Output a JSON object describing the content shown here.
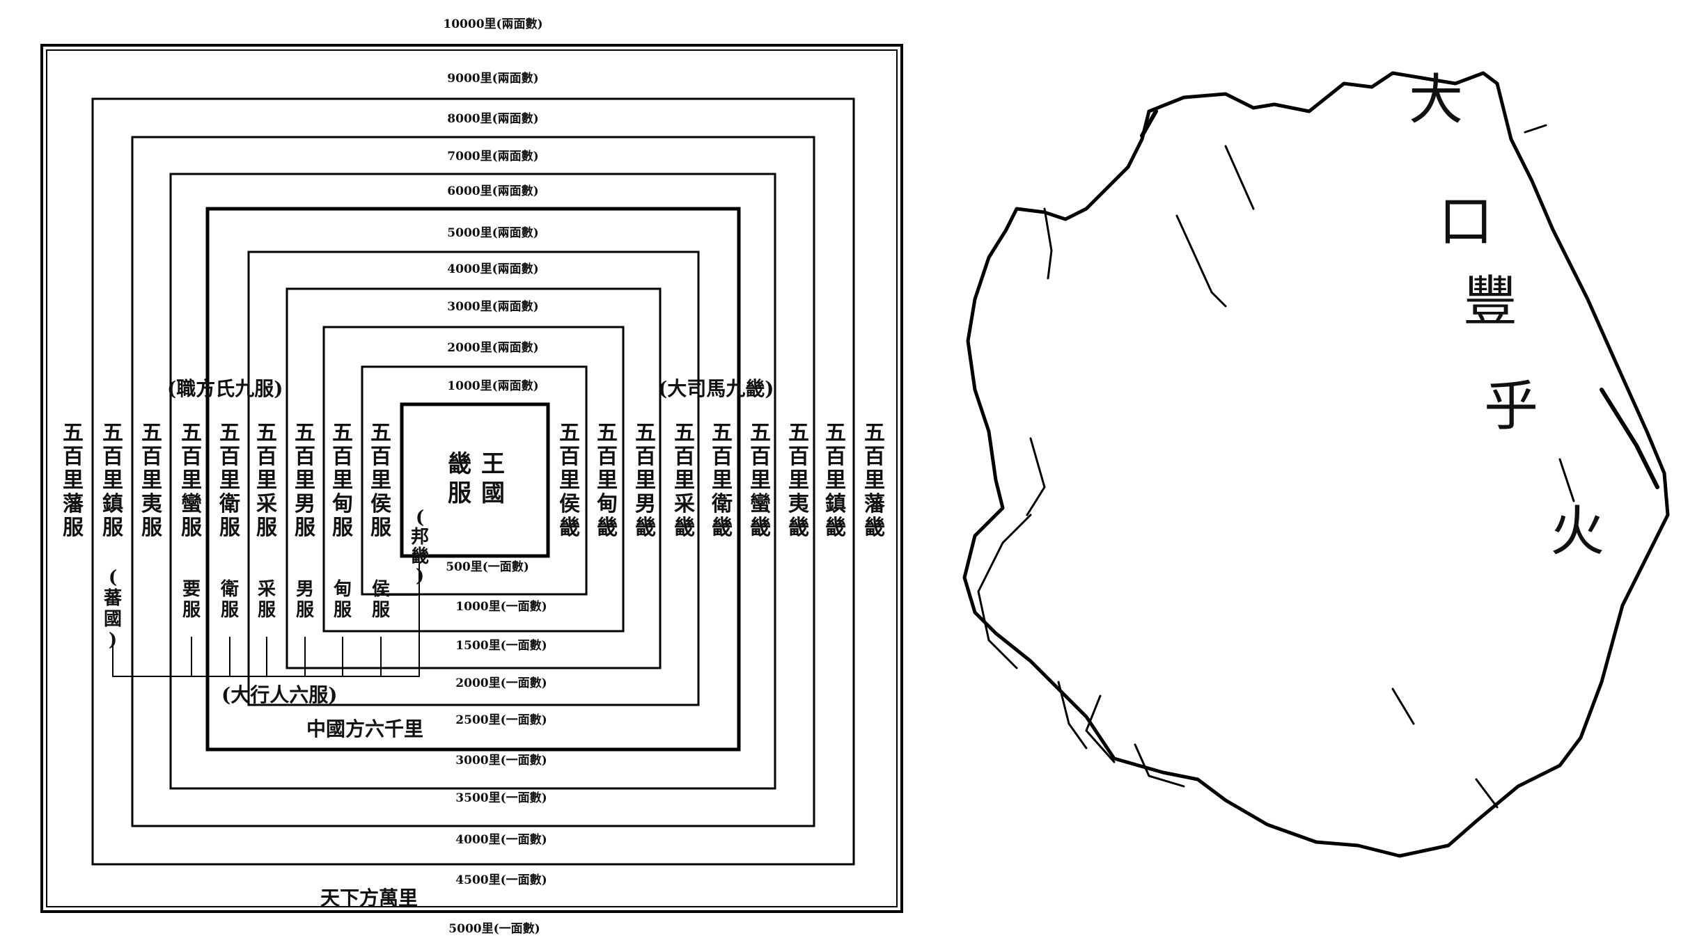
{
  "diagram": {
    "top_distances": [
      "10000里(兩面數)",
      "9000里(兩面數)",
      "8000里(兩面數)",
      "7000里(兩面數)",
      "6000里(兩面數)",
      "5000里(兩面數)",
      "4000里(兩面數)",
      "3000里(兩面數)",
      "2000里(兩面數)",
      "1000里(兩面數)"
    ],
    "bottom_distances": [
      "500里(一面數)",
      "1000里(一面數)",
      "1500里(一面數)",
      "2000里(一面數)",
      "2500里(一面數)",
      "3000里(一面數)",
      "3500里(一面數)",
      "4000里(一面數)",
      "4500里(一面數)",
      "5000里(一面數)"
    ],
    "left_columns": [
      "五百里藩服",
      "五百里鎮服",
      "五百里夷服",
      "五百里蠻服",
      "五百里衛服",
      "五百里采服",
      "五百里男服",
      "五百里甸服",
      "五百里侯服"
    ],
    "right_columns": [
      "五百里侯畿",
      "五百里甸畿",
      "五百里男畿",
      "五百里采畿",
      "五百里衛畿",
      "五百里蠻畿",
      "五百里夷畿",
      "五百里鎮畿",
      "五百里藩畿"
    ],
    "center": {
      "col1": "王國",
      "col2": "畿服"
    },
    "bangji": "(邦畿)",
    "six_services": [
      "(蕃國)",
      "要服",
      "衛服",
      "采服",
      "男服",
      "甸服",
      "侯服"
    ],
    "captions": {
      "zhifang": "(職方氏九服)",
      "dasima": "(大司馬九畿)",
      "daxingren": "(大行人六服)",
      "zhongguo": "中國方六千里",
      "tianxia": "天下方萬里"
    }
  },
  "fragment": {
    "characters": [
      "大",
      "口",
      "豐",
      "乎",
      "火"
    ]
  }
}
